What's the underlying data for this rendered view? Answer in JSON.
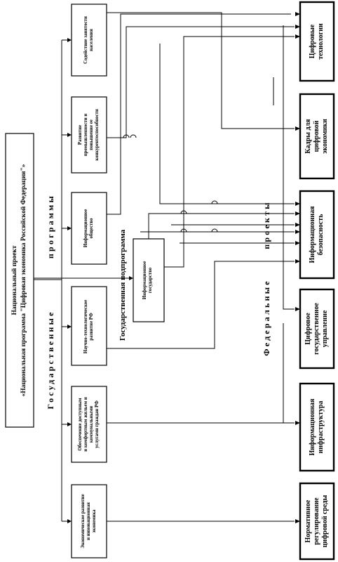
{
  "national_project": {
    "title": "Национальный проект",
    "subtitle": "«Национальная программа \"Цифровая экономика Российской Федерации\"»"
  },
  "group_labels": {
    "state_programs_part1": "Государственные",
    "state_programs_part2": "программы",
    "state_subprogram": "Государственная подпрограмма",
    "federal_projects_part1": "Федеральные",
    "federal_projects_part2": "проекты"
  },
  "state_programs": [
    {
      "id": "employment",
      "lines": [
        "Содействие занятости",
        "населения"
      ]
    },
    {
      "id": "industry",
      "lines": [
        "Развитие",
        "промышленности и",
        "повышение ее",
        "конкурентоспособности"
      ]
    },
    {
      "id": "info_society",
      "lines": [
        "Информационное",
        "общество"
      ]
    },
    {
      "id": "science_tech",
      "lines": [
        "Научно-технологическое",
        "развитие РФ"
      ]
    },
    {
      "id": "housing",
      "lines": [
        "Обеспечение доступным",
        "и комфортным жильем и",
        "коммунальными",
        "услугами граждан РФ"
      ]
    },
    {
      "id": "economy",
      "lines": [
        "Экономическое развитие",
        "и инновационная",
        "экономика"
      ]
    }
  ],
  "subprogram": {
    "id": "info_state",
    "lines": [
      "Информационное",
      "государство"
    ]
  },
  "federal_projects": [
    {
      "id": "digital_tech",
      "lines": [
        "Цифровые",
        "технологии"
      ]
    },
    {
      "id": "staff",
      "lines": [
        "Кадры для",
        "цифровой",
        "экономики"
      ]
    },
    {
      "id": "info_security",
      "lines": [
        "Информационная",
        "безопасность"
      ]
    },
    {
      "id": "digital_gov",
      "lines": [
        "Цифровое",
        "государственное",
        "управление"
      ]
    },
    {
      "id": "info_infra",
      "lines": [
        "Информационная",
        "инфраструктура"
      ]
    },
    {
      "id": "regulation",
      "lines": [
        "Нормативное",
        "регулирование",
        "цифровой среды"
      ]
    }
  ]
}
